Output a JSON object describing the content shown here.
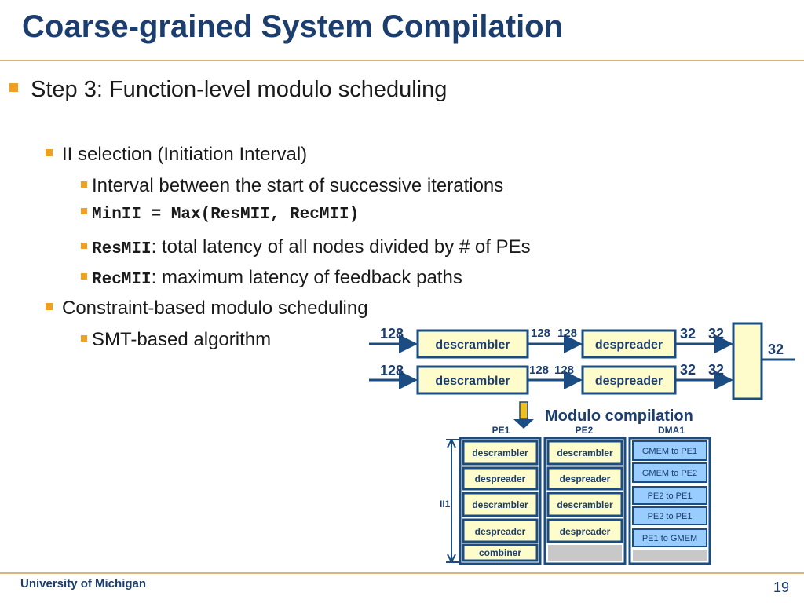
{
  "slide": {
    "title": "Coarse-grained System Compilation",
    "bullets": {
      "b1": "Step 3: Function-level modulo scheduling",
      "b2": "II selection (Initiation Interval)",
      "b3": "Interval between the start of successive iterations",
      "b4": "MinII = Max(ResMII, RecMII)",
      "b5_code": "ResMII",
      "b5_text": ": total latency of all nodes divided by # of PEs",
      "b6_code": "RecMII",
      "b6_text": ": maximum latency of feedback paths",
      "b7": "Constraint-based modulo scheduling",
      "b8": "SMT-based algorithm"
    },
    "footer": {
      "org": "University of Michigan",
      "page": "19"
    }
  },
  "dataflow": {
    "descrambler": "descrambler",
    "despreader": "despreader",
    "rate_128": "128",
    "rate_32": "32",
    "compile_label": "Modulo compilation"
  },
  "schedule": {
    "headers": {
      "pe1": "PE1",
      "pe2": "PE2",
      "dma1": "DMA1"
    },
    "ii_label": "II1",
    "pe1": [
      "descrambler",
      "despreader",
      "descrambler",
      "despreader",
      "combiner"
    ],
    "pe2": [
      "descrambler",
      "despreader",
      "descrambler",
      "despreader"
    ],
    "dma1": [
      "GMEM to PE1",
      "GMEM to PE2",
      "PE2 to PE1",
      "PE2 to PE1",
      "PE1 to GMEM"
    ]
  },
  "colors": {
    "title": "#1b3e6e",
    "bullet": "#f0a020",
    "rule": "#d9b679",
    "block_fill": "#fffccc",
    "dma_fill": "#99ccff",
    "frame": "#1b4d82"
  }
}
